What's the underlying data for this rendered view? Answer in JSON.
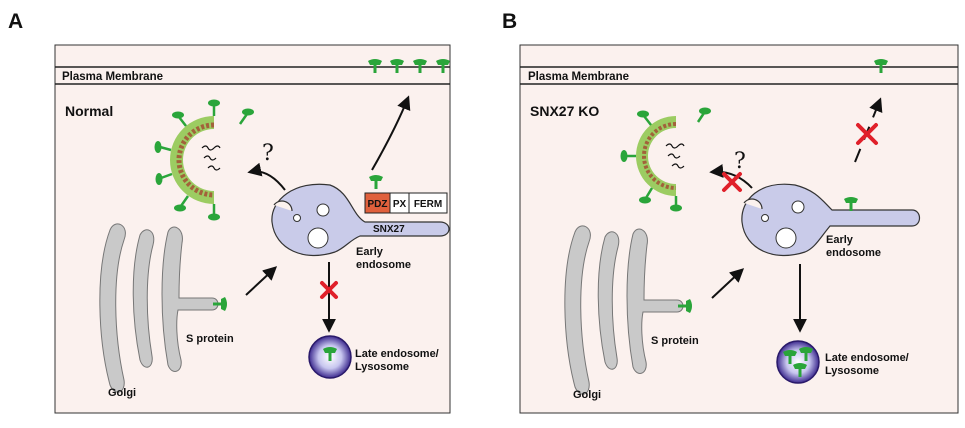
{
  "panels": {
    "a": {
      "letter": "A",
      "membrane_label": "Plasma Membrane",
      "condition": "Normal",
      "question_mark": "?",
      "domains": {
        "pdz": "PDZ",
        "px": "PX",
        "ferm": "FERM"
      },
      "snx27_label": "SNX27",
      "early_endosome_line1": "Early",
      "early_endosome_line2": "endosome",
      "s_protein": "S protein",
      "golgi": "Golgi",
      "late_endosome_line1": "Late endosome/",
      "late_endosome_line2": "Lysosome"
    },
    "b": {
      "letter": "B",
      "membrane_label": "Plasma Membrane",
      "condition": "SNX27 KO",
      "question_mark": "?",
      "early_endosome_line1": "Early",
      "early_endosome_line2": "endosome",
      "s_protein": "S protein",
      "golgi": "Golgi",
      "late_endosome_line1": "Late endosome/",
      "late_endosome_line2": "Lysosome"
    }
  },
  "colors": {
    "cell_bg": "#fbf1ee",
    "endosome": "#c9cbe9",
    "s_protein": "#2aa53a",
    "golgi": "#c9c9c9",
    "pdz_domain": "#e0603c",
    "block_x": "#e0202a",
    "virus_coat": "#9ccc62",
    "virus_core": "#a2623a"
  }
}
